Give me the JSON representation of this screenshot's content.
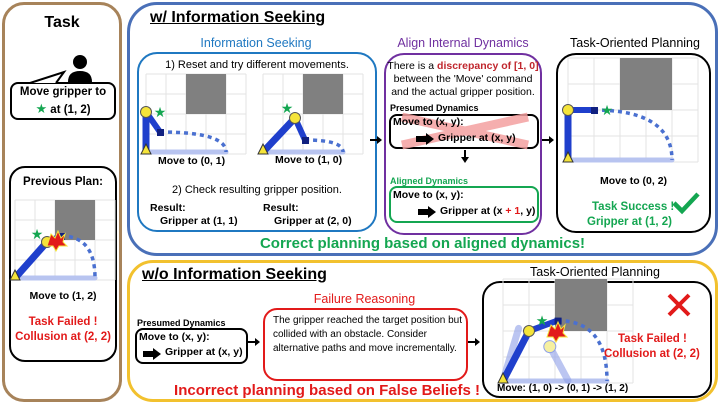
{
  "task_panel": {
    "title": "Task",
    "instruction_line1": "Move gripper to",
    "instruction_line2": "at (1, 2)",
    "icons": {
      "user": "person-icon",
      "target": "star-icon"
    },
    "previous_plan": {
      "title": "Previous Plan:",
      "command": "Move to (1, 2)",
      "result_line1": "Task Failed !",
      "result_line2": "Collusion at (2, 2)"
    }
  },
  "with_info": {
    "title": "w/ Information Seeking",
    "info_seeking": {
      "title": "Information Seeking",
      "step1": "1) Reset and try different movements.",
      "trials": [
        {
          "command": "Move to (0, 1)",
          "result_label": "Result:",
          "result": "Gripper at (1, 1)"
        },
        {
          "command": "Move to (1, 0)",
          "result_label": "Result:",
          "result": "Gripper at (2, 0)"
        }
      ],
      "step2": "2) Check resulting gripper position."
    },
    "align": {
      "title": "Align Internal Dynamics",
      "text_pre": "There is a ",
      "text_highlight": "discrepancy of [1, 0]",
      "text_post": " between the 'Move' command and the actual gripper position.",
      "presumed_label": "Presumed Dynamics",
      "presumed_line1": "Move to (x, y):",
      "presumed_line2": "Gripper at (x, y)",
      "aligned_label": "Aligned Dynamics",
      "aligned_line1": "Move to (x, y):",
      "aligned_line2_pre": "Gripper at (x ",
      "aligned_line2_delta": "+ 1",
      "aligned_line2_post": ", y)"
    },
    "planning": {
      "title": "Task-Oriented Planning",
      "command": "Move to (0, 2)",
      "result_line1": "Task Success !",
      "result_line2": "Gripper at (1, 2)",
      "icon": "checkmark-icon"
    },
    "conclusion": "Correct planning based on aligned dynamics!"
  },
  "without_info": {
    "title": "w/o Information Seeking",
    "presumed_label": "Presumed Dynamics",
    "presumed_line1": "Move to (x, y):",
    "presumed_line2": "Gripper at (x, y)",
    "failure": {
      "title": "Failure Reasoning",
      "text": "The gripper reached the target position but collided with an obstacle. Consider alternative paths and move incrementally."
    },
    "planning": {
      "title": "Task-Oriented Planning",
      "command": "Move: (1, 0) -> (0, 1) -> (1, 2)",
      "result_line1": "Task Failed !",
      "result_line2": "Collusion at (2, 2)",
      "icon": "cross-icon"
    },
    "conclusion": "Incorrect planning based on False Beliefs !"
  },
  "colors": {
    "task_border": "#a7835a",
    "with_border": "#4a70b8",
    "without_border": "#f2c12e",
    "info_seeking": "#1f78c1",
    "align": "#7030a0",
    "success": "#14a651",
    "failure": "#e21a1a",
    "arm": "#1f3fcc",
    "joint": "#f5e43a",
    "obstacle": "#808080"
  }
}
